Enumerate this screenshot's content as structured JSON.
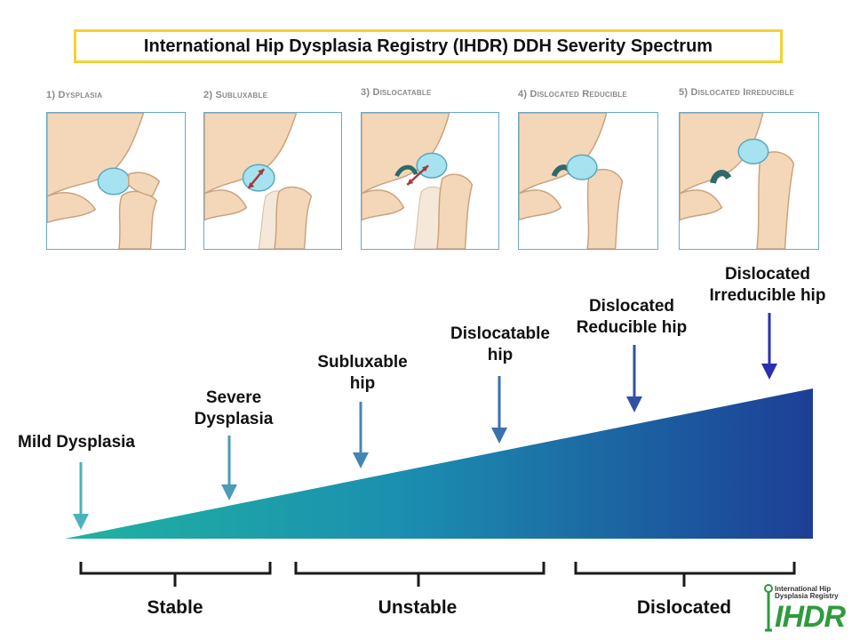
{
  "title": "International Hip Dysplasia Registry (IHDR) DDH Severity Spectrum",
  "stages": [
    {
      "num": "1)",
      "name": "Dysplasia"
    },
    {
      "num": "2)",
      "name": "Subluxable"
    },
    {
      "num": "3)",
      "name": "Dislocatable"
    },
    {
      "num": "4)",
      "name": "Dislocated Reducible"
    },
    {
      "num": "5)",
      "name": "Dislocated Irreducible"
    }
  ],
  "callouts": {
    "mild": [
      "Mild Dysplasia"
    ],
    "severe": [
      "Severe",
      "Dysplasia"
    ],
    "subluxable": [
      "Subluxable",
      "hip"
    ],
    "dislocatable": [
      "Dislocatable",
      "hip"
    ],
    "reducible": [
      "Dislocated",
      "Reducible hip"
    ],
    "irreducible": [
      "Dislocated",
      "Irreducible hip"
    ]
  },
  "groups": {
    "stable": "Stable",
    "unstable": "Unstable",
    "dislocated": "Dislocated"
  },
  "logo": {
    "line1": "International Hip",
    "line2": "Dysplasia Registry",
    "mark": "IHDR"
  },
  "colors": {
    "title_border": "#f2d233",
    "wedge_start": "#20b3a0",
    "wedge_end": "#1d3f96",
    "panel_border": "#6aa9c9",
    "logo_green": "#2f9a3e"
  }
}
